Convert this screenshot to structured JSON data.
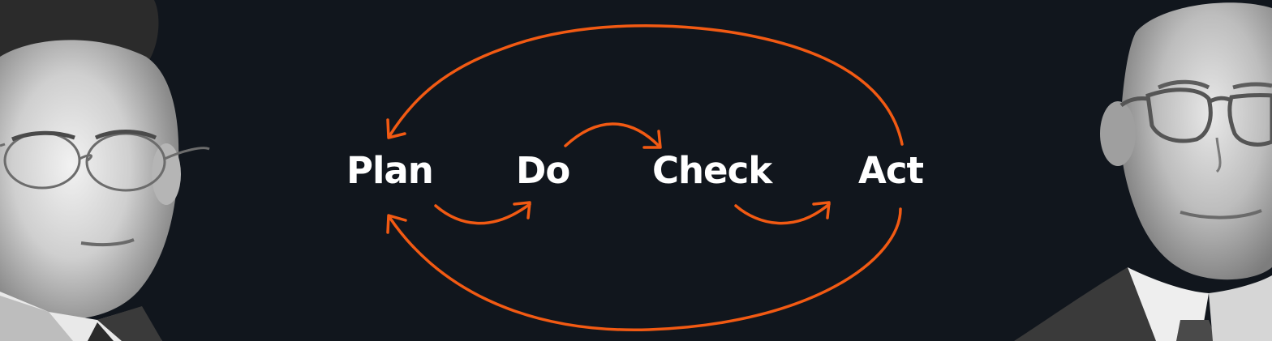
{
  "colors": {
    "background": "#11161d",
    "accent": "#f25a13",
    "text": "#ffffff"
  },
  "cycle": {
    "steps": [
      {
        "label": "Plan"
      },
      {
        "label": "Do"
      },
      {
        "label": "Check"
      },
      {
        "label": "Act"
      }
    ],
    "connections": [
      {
        "from": "Plan",
        "to": "Do",
        "type": "arrow"
      },
      {
        "from": "Do",
        "to": "Check",
        "type": "arrow"
      },
      {
        "from": "Check",
        "to": "Act",
        "type": "arrow"
      },
      {
        "from": "Act",
        "to": "Plan",
        "type": "arrow",
        "route": "over-top"
      },
      {
        "from": "Act",
        "to": "Plan",
        "type": "arrow",
        "route": "under-bottom"
      }
    ]
  },
  "portraits": [
    {
      "side": "left",
      "style": "grayscale",
      "subject": "man with round glasses"
    },
    {
      "side": "right",
      "style": "grayscale",
      "subject": "older man with glasses"
    }
  ]
}
